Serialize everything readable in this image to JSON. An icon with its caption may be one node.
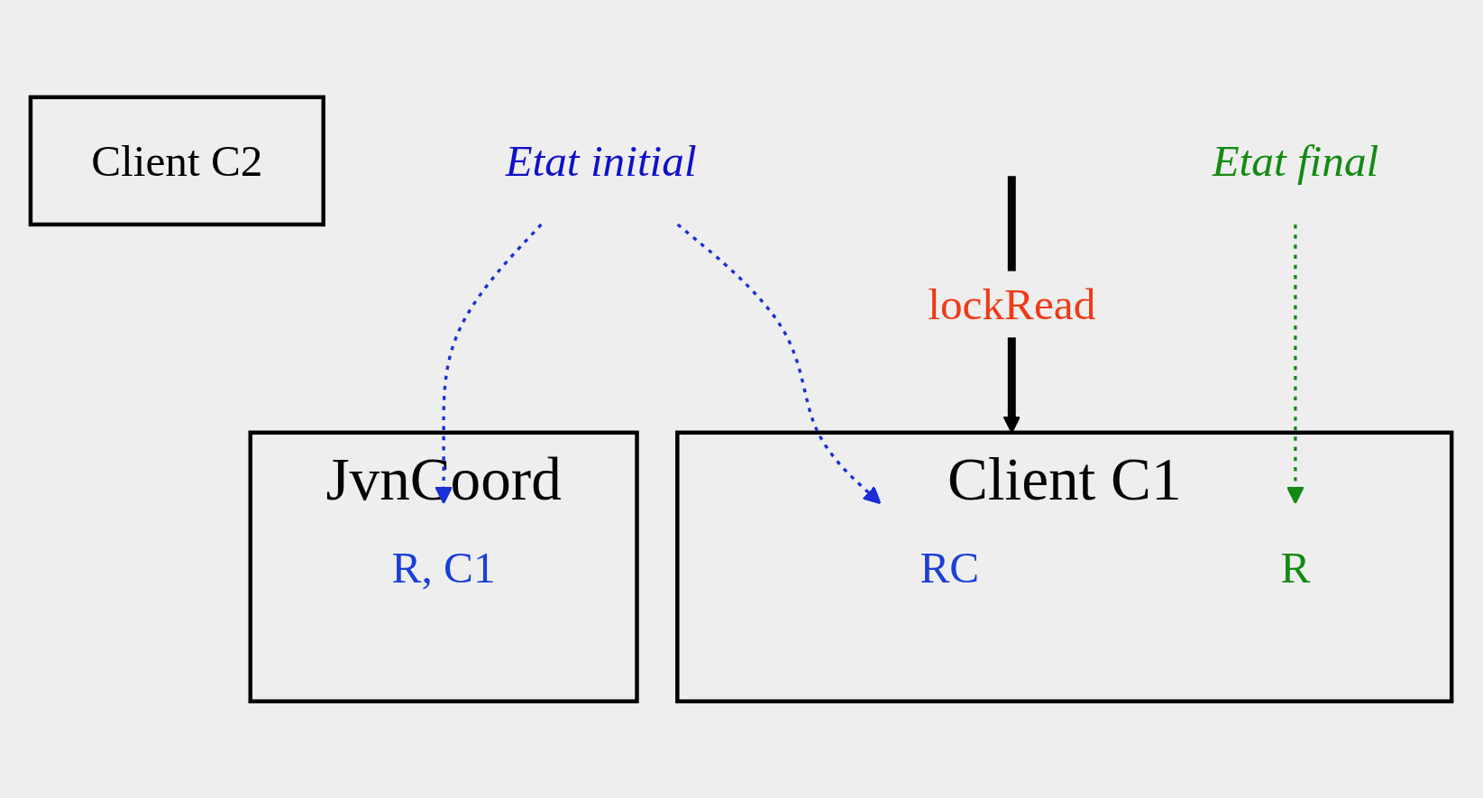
{
  "diagram": {
    "nodes": [
      {
        "text": [
          "Client C1"
        ]
      },
      {
        "text": [
          "RC"
        ],
        "in": 0
      },
      {
        "text": [
          "R"
        ],
        "in": 0
      },
      {
        "text": [
          "Client C2"
        ]
      },
      {
        "text": [
          "Etat initial"
        ]
      },
      {
        "text": [
          "Etat final"
        ]
      },
      {
        "text": [
          "JvnCoord"
        ]
      },
      {
        "text": [
          "R, C1"
        ],
        "in": 6
      }
    ],
    "edges": [
      {
        "from": null,
        "to": 0,
        "arrow": "to",
        "label": "lockRead",
        "style": "thick",
        "color": "#000000"
      },
      {
        "from": 4,
        "to": 1,
        "arrow": "to",
        "style": "dashed",
        "color": "#1a2fd6"
      },
      {
        "from": 4,
        "to": 7,
        "arrow": "to",
        "style": "dashed",
        "color": "#1a2fd6"
      },
      {
        "from": 5,
        "to": 2,
        "arrow": "to",
        "style": "dashed",
        "color": "#138a13"
      }
    ]
  }
}
